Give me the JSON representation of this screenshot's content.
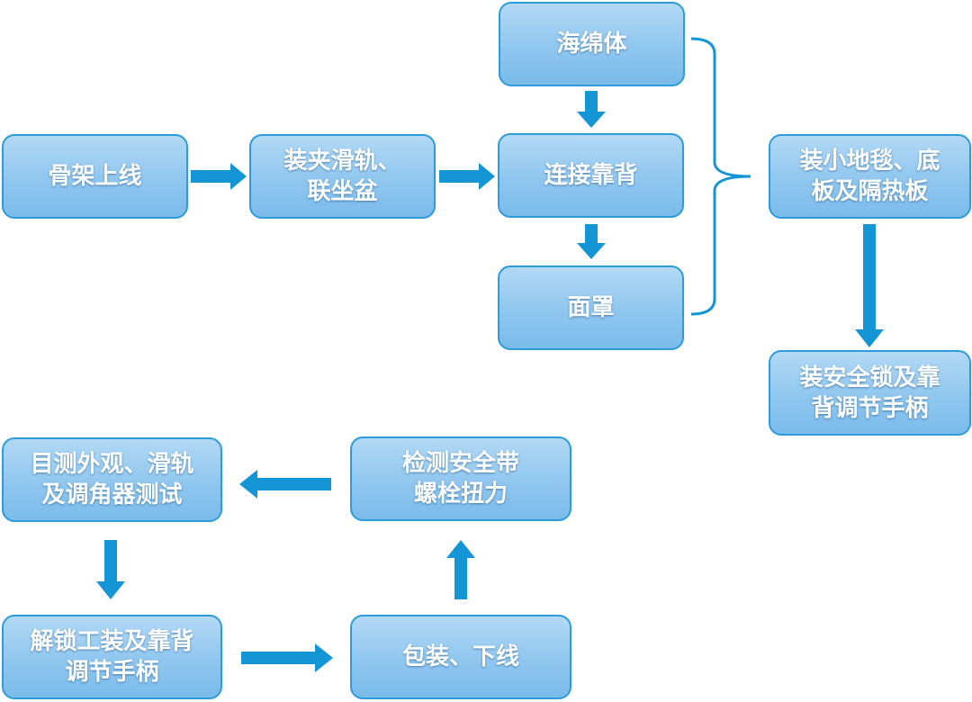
{
  "colors": {
    "arrow": "#1496d6",
    "node_border": "#2d9cdb",
    "node_fill": "#9fd0f2",
    "text": "#ffffff"
  },
  "nodes": {
    "gujia": {
      "lines": [
        "骨架上线"
      ]
    },
    "zhuangjia": {
      "lines": [
        "装夹滑轨、",
        "联坐盆"
      ]
    },
    "haimian": {
      "lines": [
        "海绵体"
      ]
    },
    "lianjie": {
      "lines": [
        "连接靠背"
      ]
    },
    "mianzhao": {
      "lines": [
        "面罩"
      ]
    },
    "zhuangxiao": {
      "lines": [
        "装小地毯、底",
        "板及隔热板"
      ]
    },
    "anquansuo": {
      "lines": [
        "装安全锁及靠",
        "背调节手柄"
      ]
    },
    "jiance": {
      "lines": [
        "检测安全带",
        "螺栓扭力"
      ]
    },
    "mucewaiguan": {
      "lines": [
        "目测外观、滑轨",
        "及调角器测试"
      ]
    },
    "jiesuo": {
      "lines": [
        "解锁工装及靠背",
        "调节手柄"
      ]
    },
    "baozhuang": {
      "lines": [
        "包装、下线"
      ]
    }
  }
}
